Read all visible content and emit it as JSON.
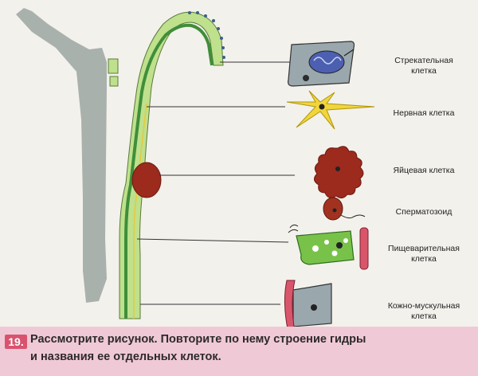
{
  "labels": {
    "cnidocyte": [
      "Стрекательная",
      "клетка"
    ],
    "nerve": [
      "Нервная клетка"
    ],
    "egg": [
      "Яйцевая клетка"
    ],
    "sperm": [
      "Сперматозоид"
    ],
    "digestive": [
      "Пищеварительная",
      "клетка"
    ],
    "musculo": [
      "Кожно-мускульная",
      "клетка"
    ]
  },
  "task": {
    "number": "19.",
    "line1": "Рассмотрите рисунок. Повторите по нему строение гидры",
    "line2": "и названия ее отдельных клеток."
  },
  "colors": {
    "background": "#f3f1ec",
    "hydra_body": "#a9b1ad",
    "ectoderm": "#bfe08c",
    "endoderm": "#3f8e3a",
    "egg": "#9c2a1d",
    "nerve": "#f0d63a",
    "cnidocyte_bg": "#9aa8ad",
    "cnidocyte_capsule": "#4d5fb0",
    "digestive": "#79c24a",
    "muscle_process": "#d9566a",
    "caption_bg": "#f0c9d6",
    "task_badge": "#d9536f"
  }
}
